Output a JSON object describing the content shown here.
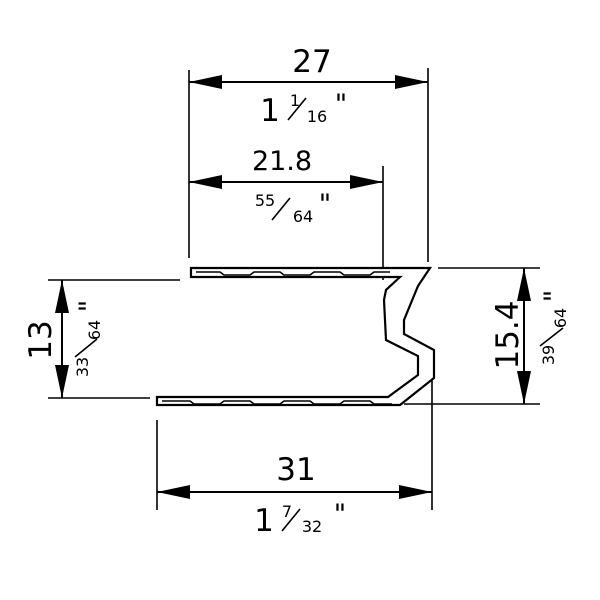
{
  "dimensions": {
    "top_width": {
      "metric": "27",
      "inch_whole": "1",
      "inch_num": "1",
      "inch_den": "16",
      "inch_mark": "\""
    },
    "inner_width": {
      "metric": "21.8",
      "inch_num": "55",
      "inch_den": "64",
      "inch_mark": "\""
    },
    "left_height": {
      "metric": "13",
      "inch_num": "33",
      "inch_den": "64",
      "inch_mark": "\""
    },
    "right_height": {
      "metric": "15.4",
      "inch_num": "39",
      "inch_den": "64",
      "inch_mark": "\""
    },
    "bottom_width": {
      "metric": "31",
      "inch_whole": "1",
      "inch_num": "7",
      "inch_den": "32",
      "inch_mark": "\""
    }
  }
}
